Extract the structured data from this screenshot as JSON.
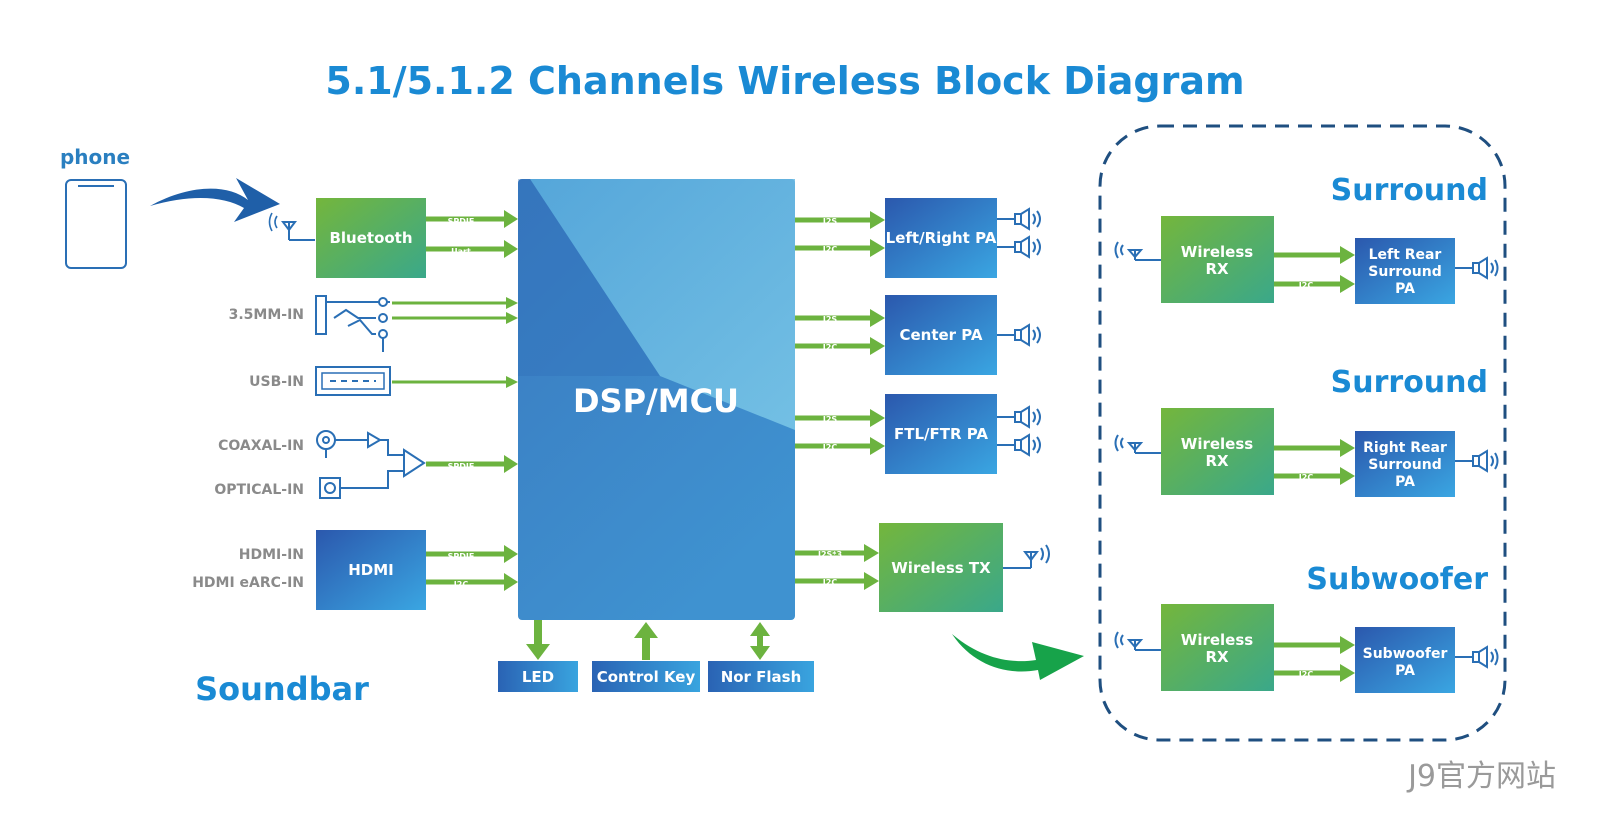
{
  "title": "5.1/5.1.2 Channels Wireless Block Diagram",
  "phone_label": "phone",
  "soundbar_label": "Soundbar",
  "watermark": "J9官方网站",
  "inputs": {
    "bluetooth": "Bluetooth",
    "jack_35": "3.5MM-IN",
    "usb": "USB-IN",
    "coaxial": "COAXAL-IN",
    "optical": "OPTICAL-IN",
    "hdmi_in": "HDMI-IN",
    "hdmi_earc": "HDMI eARC-IN",
    "hdmi_block": "HDMI"
  },
  "signals": {
    "spdif": "SPDIF",
    "uart": "Uart",
    "i2s": "I2S",
    "i2c": "I2C",
    "i2s3": "I2S*3"
  },
  "dsp": "DSP/MCU",
  "peripherals": {
    "led": "LED",
    "control_key": "Control Key",
    "nor_flash": "Nor Flash"
  },
  "outputs": {
    "left_right_pa": "Left/Right PA",
    "center_pa": "Center PA",
    "ftl_ftr_pa": "FTL/FTR PA",
    "wireless_tx": "Wireless TX"
  },
  "remote": {
    "surround_1": "Surround",
    "surround_2": "Surround",
    "subwoofer": "Subwoofer",
    "wireless_rx_line1": "Wireless",
    "wireless_rx_line2": "RX",
    "left_rear_pa": [
      "Left Rear",
      "Surround",
      "PA"
    ],
    "right_rear_pa": [
      "Right Rear",
      "Surround",
      "PA"
    ],
    "subwoofer_pa": [
      "Subwoofer",
      "PA"
    ]
  },
  "colors": {
    "title_blue": "#1a8ad4",
    "green_dark": "#6cb33f",
    "green_teal": "#3aa88a",
    "blue_dark": "#2a5db0",
    "blue_light": "#3aa3e0",
    "arrow_green": "#6cb33f",
    "phone_arrow": "#1f5fa8",
    "tx_arrow": "#17a34a",
    "dashed_border": "#1f4f80",
    "icon_blue": "#2a6fb5"
  }
}
